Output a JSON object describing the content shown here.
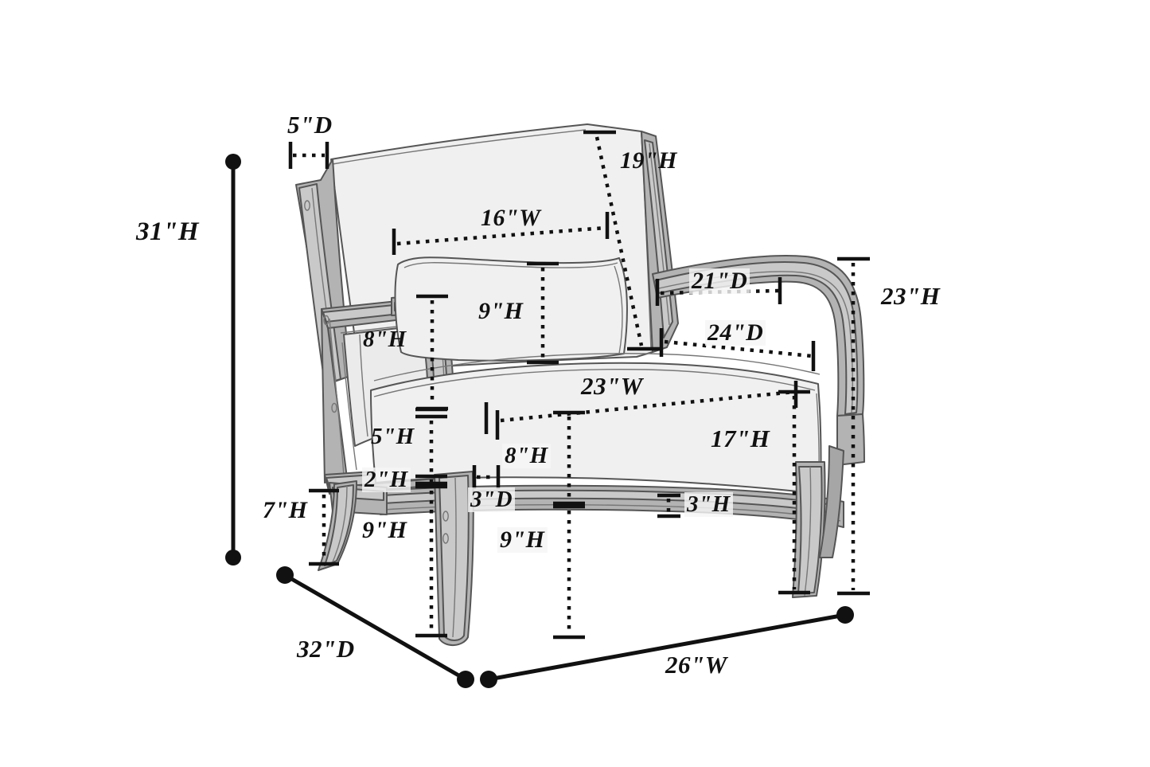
{
  "diagram": {
    "title": "Accent Chair Dimension Diagram",
    "type": "furniture-dimension-drawing",
    "units": "inches",
    "colors": {
      "background": "#ffffff",
      "ink": "#111111",
      "frame_fill": "#b3b3b3",
      "frame_fill_light": "#c9c9c9",
      "frame_fill_dark": "#a0a0a0",
      "cushion_fill": "#f0f0f0",
      "cushion_fill_alt": "#ebebeb",
      "outline": "#555555",
      "label_halo": "#f5f5f5"
    },
    "measurements": [
      {
        "id": "overall-height",
        "label": "31\"H",
        "axis": "height",
        "value": 31,
        "unit": "in",
        "style": "solid-dot"
      },
      {
        "id": "back-top-depth",
        "label": "5\"D",
        "axis": "depth",
        "value": 5,
        "unit": "in",
        "style": "dotted"
      },
      {
        "id": "back-cushion-height",
        "label": "19\"H",
        "axis": "height",
        "value": 19,
        "unit": "in",
        "style": "dotted"
      },
      {
        "id": "back-cushion-width",
        "label": "16\"W",
        "axis": "width",
        "value": 16,
        "unit": "in",
        "style": "dotted"
      },
      {
        "id": "lumbar-pillow-height",
        "label": "9\"H",
        "axis": "height",
        "value": 9,
        "unit": "in",
        "style": "dotted"
      },
      {
        "id": "arm-pad-height",
        "label": "8\"H",
        "axis": "height",
        "value": 8,
        "unit": "in",
        "style": "dotted"
      },
      {
        "id": "arm-inner-depth",
        "label": "21\"D",
        "axis": "depth",
        "value": 21,
        "unit": "in",
        "style": "dotted"
      },
      {
        "id": "seat-depth",
        "label": "24\"D",
        "axis": "depth",
        "value": 24,
        "unit": "in",
        "style": "dotted"
      },
      {
        "id": "arm-height",
        "label": "23\"H",
        "axis": "height",
        "value": 23,
        "unit": "in",
        "style": "dotted"
      },
      {
        "id": "seat-width",
        "label": "23\"W",
        "axis": "width",
        "value": 23,
        "unit": "in",
        "style": "dotted"
      },
      {
        "id": "seat-cushion-side",
        "label": "5\"H",
        "axis": "height",
        "value": 5,
        "unit": "in",
        "style": "dotted"
      },
      {
        "id": "seat-to-floor-right",
        "label": "17\"H",
        "axis": "height",
        "value": 17,
        "unit": "in",
        "style": "dotted"
      },
      {
        "id": "seat-front-height",
        "label": "8\"H",
        "axis": "height",
        "value": 8,
        "unit": "in",
        "style": "dotted"
      },
      {
        "id": "rail-thickness",
        "label": "2\"H",
        "axis": "height",
        "value": 2,
        "unit": "in",
        "style": "dotted"
      },
      {
        "id": "rail-depth",
        "label": "3\"D",
        "axis": "depth",
        "value": 3,
        "unit": "in",
        "style": "dotted"
      },
      {
        "id": "stretcher-height",
        "label": "3\"H",
        "axis": "height",
        "value": 3,
        "unit": "in",
        "style": "dotted"
      },
      {
        "id": "leg-clearance-left",
        "label": "9\"H",
        "axis": "height",
        "value": 9,
        "unit": "in",
        "style": "dotted"
      },
      {
        "id": "leg-clearance-front",
        "label": "9\"H",
        "axis": "height",
        "value": 9,
        "unit": "in",
        "style": "dotted"
      },
      {
        "id": "rear-leg-height",
        "label": "7\"H",
        "axis": "height",
        "value": 7,
        "unit": "in",
        "style": "dotted"
      },
      {
        "id": "overall-depth",
        "label": "32\"D",
        "axis": "depth",
        "value": 32,
        "unit": "in",
        "style": "solid-dot"
      },
      {
        "id": "overall-width",
        "label": "26\"W",
        "axis": "width",
        "value": 26,
        "unit": "in",
        "style": "solid-dot"
      }
    ],
    "labels": {
      "overall_height": "31\"H",
      "back_top_depth": "5\"D",
      "back_cushion_height": "19\"H",
      "back_cushion_width": "16\"W",
      "lumbar_pillow_height": "9\"H",
      "arm_pad_height": "8\"H",
      "arm_inner_depth": "21\"D",
      "seat_depth": "24\"D",
      "arm_height": "23\"H",
      "seat_width": "23\"W",
      "seat_cushion_side": "5\"H",
      "seat_to_floor_right": "17\"H",
      "seat_front_height": "8\"H",
      "rail_thickness": "2\"H",
      "rail_depth": "3\"D",
      "stretcher_height": "3\"H",
      "leg_clearance_left": "9\"H",
      "leg_clearance_front": "9\"H",
      "rear_leg_height": "7\"H",
      "overall_depth": "32\"D",
      "overall_width": "26\"W"
    }
  }
}
